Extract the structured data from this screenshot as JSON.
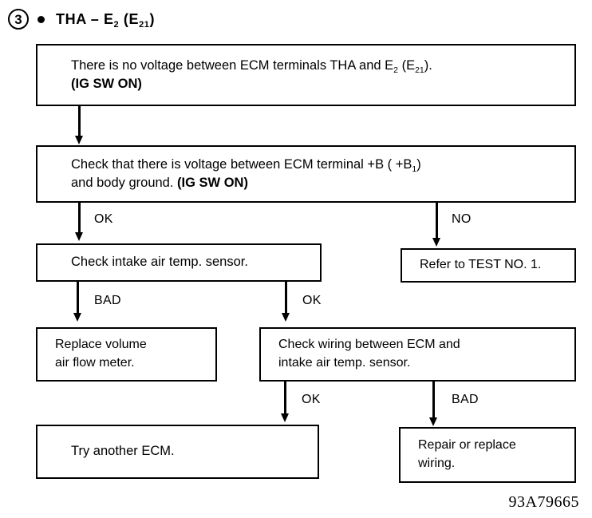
{
  "header": {
    "step_number": "3",
    "title_prefix": "THA – E",
    "title_sub1": "2",
    "title_mid": " (E",
    "title_sub2": "21",
    "title_suffix": ")",
    "bullet_icon": "bullet-icon"
  },
  "figure_code": "93A79665",
  "nodes": [
    {
      "id": "no-voltage-tha-e2",
      "name": "node-no-voltage",
      "line1": "There is no voltage between ECM terminals THA and E",
      "sub1": "2",
      "line1b": " (E",
      "sub2": "21",
      "line1c": ").",
      "line2_bold": "(IG SW ON)"
    },
    {
      "id": "check-voltage-b",
      "name": "node-check-voltage-plus-b",
      "line1": "Check that there is voltage between ECM terminal  +B ( +B",
      "sub1": "1",
      "line1c": ")",
      "line2": "and body ground. ",
      "line2_bold": "(IG SW ON)"
    },
    {
      "id": "check-intake-sensor",
      "name": "node-check-intake-air-temp-sensor",
      "text": "Check intake air temp. sensor."
    },
    {
      "id": "refer-test-1",
      "name": "node-refer-to-test-no-1",
      "text": "Refer to TEST NO. 1."
    },
    {
      "id": "replace-vaf-meter",
      "name": "node-replace-volume-air-flow-meter",
      "text": "Replace volume\nair flow meter."
    },
    {
      "id": "check-wiring",
      "name": "node-check-wiring",
      "text": "Check wiring between ECM and\nintake air temp. sensor."
    },
    {
      "id": "try-another-ecm",
      "name": "node-try-another-ecm",
      "text": "Try another ECM."
    },
    {
      "id": "repair-wiring",
      "name": "node-repair-or-replace-wiring",
      "text": "Repair or replace\nwiring."
    }
  ],
  "edges": [
    {
      "id": "e1",
      "label": ""
    },
    {
      "id": "e2",
      "label": "OK"
    },
    {
      "id": "e3",
      "label": "NO"
    },
    {
      "id": "e4",
      "label": "BAD"
    },
    {
      "id": "e5",
      "label": "OK"
    },
    {
      "id": "e6",
      "label": "OK"
    },
    {
      "id": "e7",
      "label": "BAD"
    }
  ],
  "colors": {
    "ink": "#000000",
    "paper": "#ffffff"
  }
}
